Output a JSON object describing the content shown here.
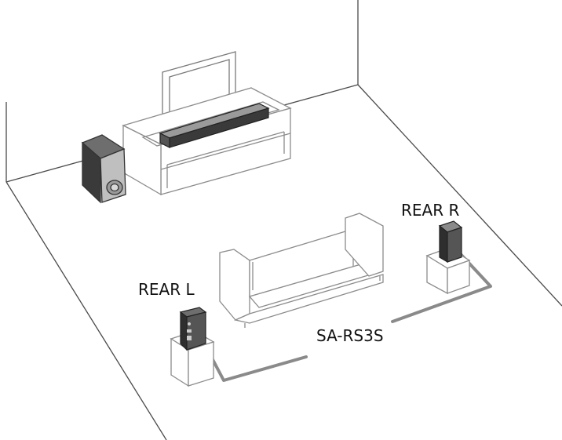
{
  "labels": {
    "rear_right": "REAR R",
    "rear_left": "REAR L",
    "model": "SA-RS3S"
  },
  "colors": {
    "line": "#4a4a4a",
    "light_line": "#8c8c8c",
    "cable": "#8a8a8a",
    "speaker_dark": "#3a3a3a",
    "speaker_mid": "#6e6e6e",
    "background": "#ffffff"
  }
}
